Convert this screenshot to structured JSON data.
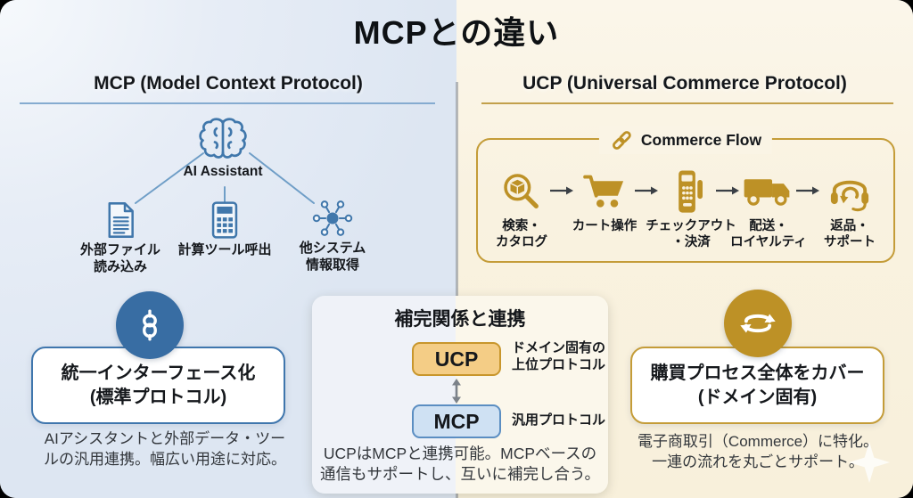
{
  "page": {
    "title": "MCPとの違い"
  },
  "colors": {
    "left_bg": "#dfe7f2",
    "right_bg": "#f8f0db",
    "blue_accent": "#386da3",
    "blue_border": "#3f76ad",
    "gold_accent": "#bd9126",
    "gold_border": "#c49c38"
  },
  "icons": {
    "ai-brain-icon": "blue outline brain",
    "document-icon": "page with folded corner and text lines",
    "calculator-icon": "calculator with screen and keypad",
    "network-icon": "hub with spokes and nodes",
    "link-icon": "white vertical chain link in blue circle",
    "chain-icon": "gold interlocked chain links",
    "search-catalog-icon": "magnifier over package box",
    "cart-icon": "shopping cart",
    "payment-terminal-icon": "card payment terminal",
    "delivery-truck-icon": "delivery truck",
    "returns-support-icon": "headset with return arrow",
    "sync-icon": "white circular sync arrows in gold circle",
    "sparkle-icon": "four-point white sparkle"
  },
  "mcp_panel": {
    "heading": "MCP (Model Context Protocol)",
    "root_label": "AI Assistant",
    "nodes": [
      {
        "icon": "document-icon",
        "label": "外部ファイル\n読み込み"
      },
      {
        "icon": "calculator-icon",
        "label": "計算ツール呼出"
      },
      {
        "icon": "network-icon",
        "label": "他システム\n情報取得"
      }
    ],
    "summary_box": {
      "line1": "統一インターフェース化",
      "line2": "(標準プロトコル)"
    },
    "caption": "AIアシスタントと外部データ・ツー\nルの汎用連携。幅広い用途に対応。"
  },
  "ucp_panel": {
    "heading": "UCP (Universal Commerce Protocol)",
    "flow_title": "Commerce Flow",
    "steps": [
      {
        "icon": "search-catalog-icon",
        "label": "検索・\nカタログ"
      },
      {
        "icon": "cart-icon",
        "label": "カート操作"
      },
      {
        "icon": "payment-terminal-icon",
        "label": "チェックアウト\n・決済"
      },
      {
        "icon": "delivery-truck-icon",
        "label": "配送・\nロイヤルティ"
      },
      {
        "icon": "returns-support-icon",
        "label": "返品・\nサポート"
      }
    ],
    "summary_box": {
      "line1": "購買プロセス全体をカバー",
      "line2": "(ドメイン固有)"
    },
    "caption": "電子商取引（Commerce）に特化。\n一連の流れを丸ごとサポート。"
  },
  "relation_box": {
    "title": "補完関係と連携",
    "ucp_chip": "UCP",
    "ucp_note": "ドメイン固有の\n上位プロトコル",
    "mcp_chip": "MCP",
    "mcp_note": "汎用プロトコル",
    "caption": "UCPはMCPと連携可能。MCPベースの\n通信もサポートし、互いに補完し合う。"
  }
}
